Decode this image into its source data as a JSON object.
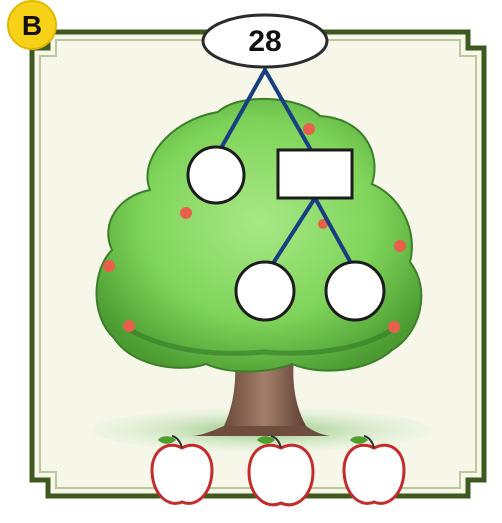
{
  "section_badge": {
    "label": "B",
    "color": "#f7d117"
  },
  "root_number": {
    "value": "28"
  },
  "tree": {
    "first_split": {
      "left_circle": {
        "value": ""
      },
      "right_box": {
        "value": ""
      }
    },
    "second_split": {
      "left_circle": {
        "value": ""
      },
      "right_circle": {
        "value": ""
      }
    }
  },
  "apples": [
    {
      "value": ""
    },
    {
      "value": ""
    },
    {
      "value": ""
    }
  ],
  "colors": {
    "frame": "#3f5a1f",
    "frame_inner": "#f6f7e8",
    "branch_line": "#173f82",
    "foliage": "#7fd45a",
    "apple_outline": "#c42b2b",
    "leaf": "#4f9e2d"
  },
  "icons": {
    "tree": "tree-illustration",
    "apple": "apple-icon",
    "leaf": "leaf-icon"
  }
}
